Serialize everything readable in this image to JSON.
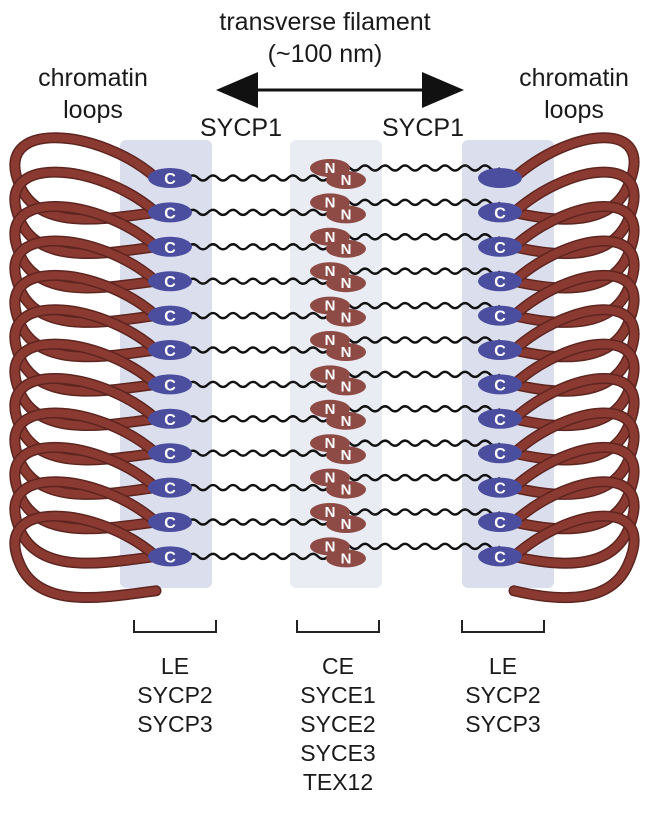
{
  "header": {
    "title_line1": "transverse filament",
    "title_line2": "(~100 nm)"
  },
  "labels": {
    "chromatin_left_line1": "chromatin",
    "chromatin_left_line2": "loops",
    "chromatin_right_line1": "chromatin",
    "chromatin_right_line2": "loops",
    "sycp1_left": "SYCP1",
    "sycp1_right": "SYCP1"
  },
  "markers": {
    "c_end": "C",
    "n_end": "N"
  },
  "components": {
    "left_le": {
      "title": "LE",
      "proteins": [
        "SYCP2",
        "SYCP3"
      ]
    },
    "center_ce": {
      "title": "CE",
      "proteins": [
        "SYCE1",
        "SYCE2",
        "SYCE3",
        "TEX12"
      ]
    },
    "right_le": {
      "title": "LE",
      "proteins": [
        "SYCP2",
        "SYCP3"
      ]
    }
  },
  "colors": {
    "chromatin": "#8a3a30",
    "chromatin_dark": "#5e2520",
    "c_terminus": "#4b4e9e",
    "n_terminus": "#8e4a45",
    "axis_shade": "#cfd3e6",
    "filament": "#111111"
  }
}
